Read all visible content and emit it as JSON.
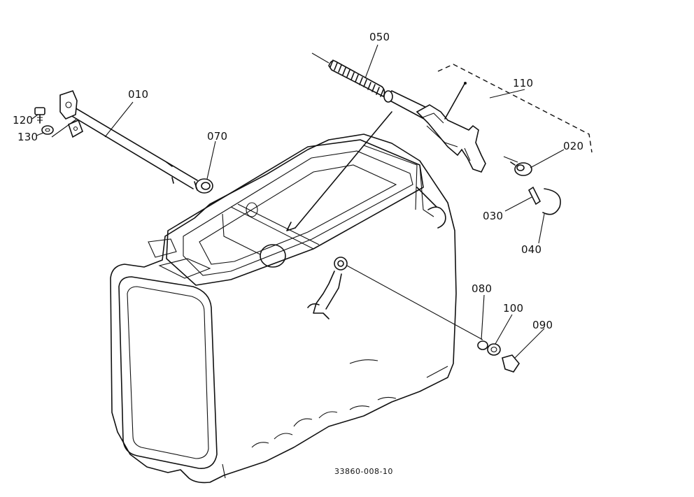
{
  "diagram": {
    "part_labels": {
      "p010": "010",
      "p020": "020",
      "p030": "030",
      "p040": "040",
      "p050": "050",
      "p070": "070",
      "p080": "080",
      "p090": "090",
      "p100": "100",
      "p110": "110",
      "p120": "120",
      "p130": "130"
    },
    "drawing_code": "33860-008-10"
  }
}
